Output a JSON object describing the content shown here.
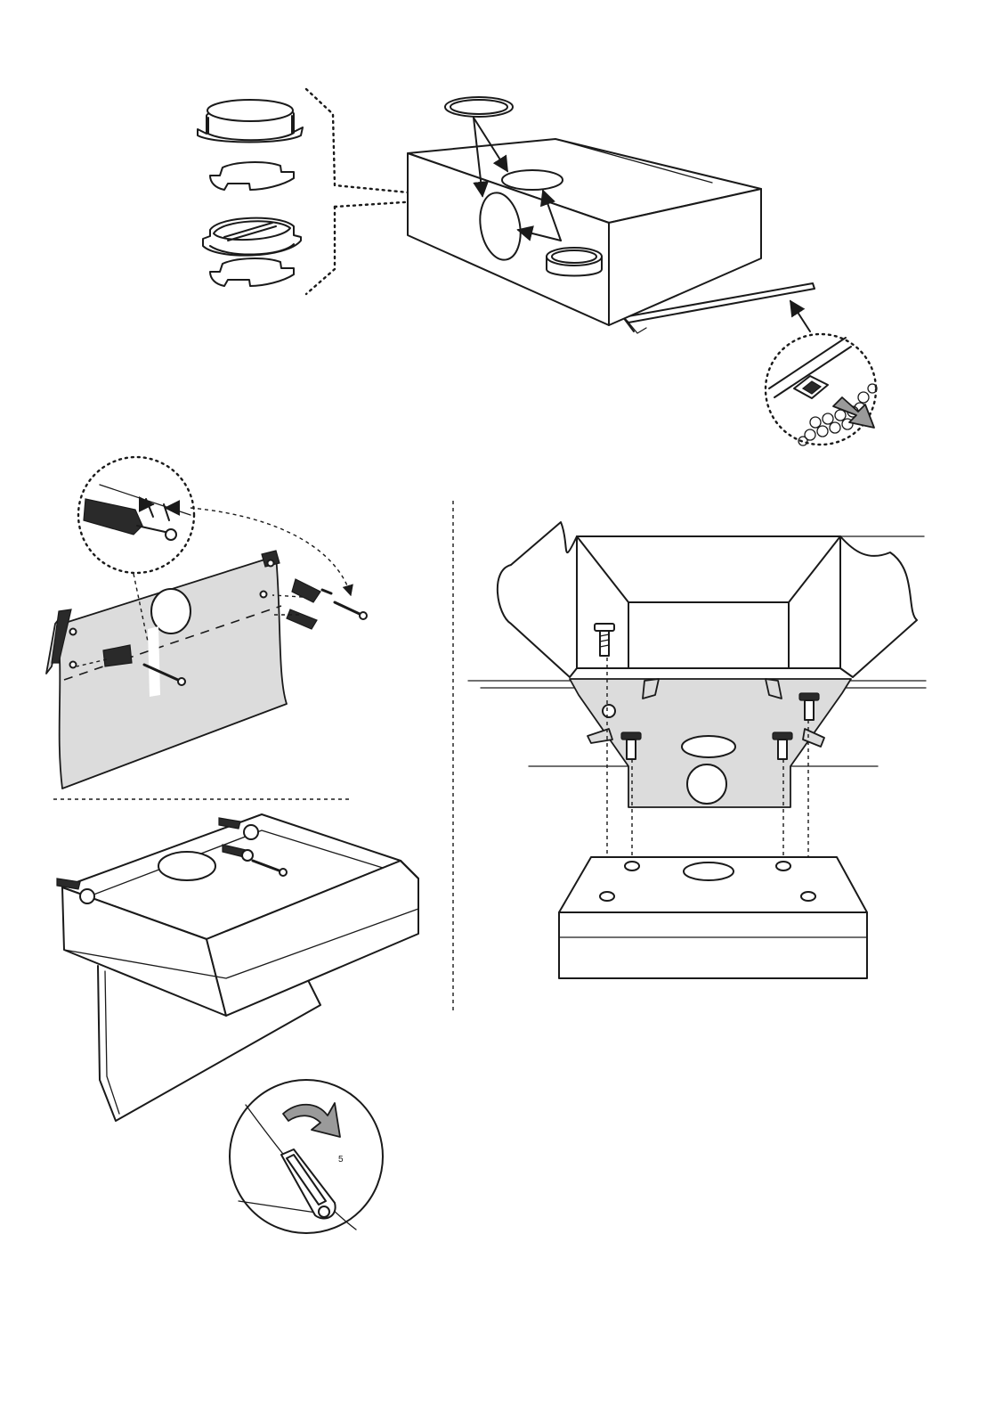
{
  "figure": {
    "colors": {
      "background": "#ffffff",
      "line": "#1a1a1a",
      "wall_shade": "#dcdcdc",
      "arrow_fill": "#9a9a9a"
    },
    "panels": [
      {
        "id": "duct-assembly",
        "icons": [
          "outlet-collar-icon",
          "flange-ring-icon",
          "damper-valve-icon",
          "flange-ring-icon",
          "spigot-icon",
          "duct-ring-icon",
          "grease-filter-icon"
        ]
      },
      {
        "id": "wall-fixing",
        "icons": [
          "wall-plug-icon",
          "screw-icon",
          "dimension-marker-icon"
        ]
      },
      {
        "id": "hood-mounting",
        "icons": [
          "hood-body-icon",
          "lock-lever-icon",
          "rotate-arrow-icon"
        ]
      },
      {
        "id": "cabinet-mounting",
        "icons": [
          "cabinet-icon",
          "bolt-icon",
          "bracket-icon"
        ]
      }
    ],
    "labels": {
      "lever_mark": "5"
    }
  }
}
